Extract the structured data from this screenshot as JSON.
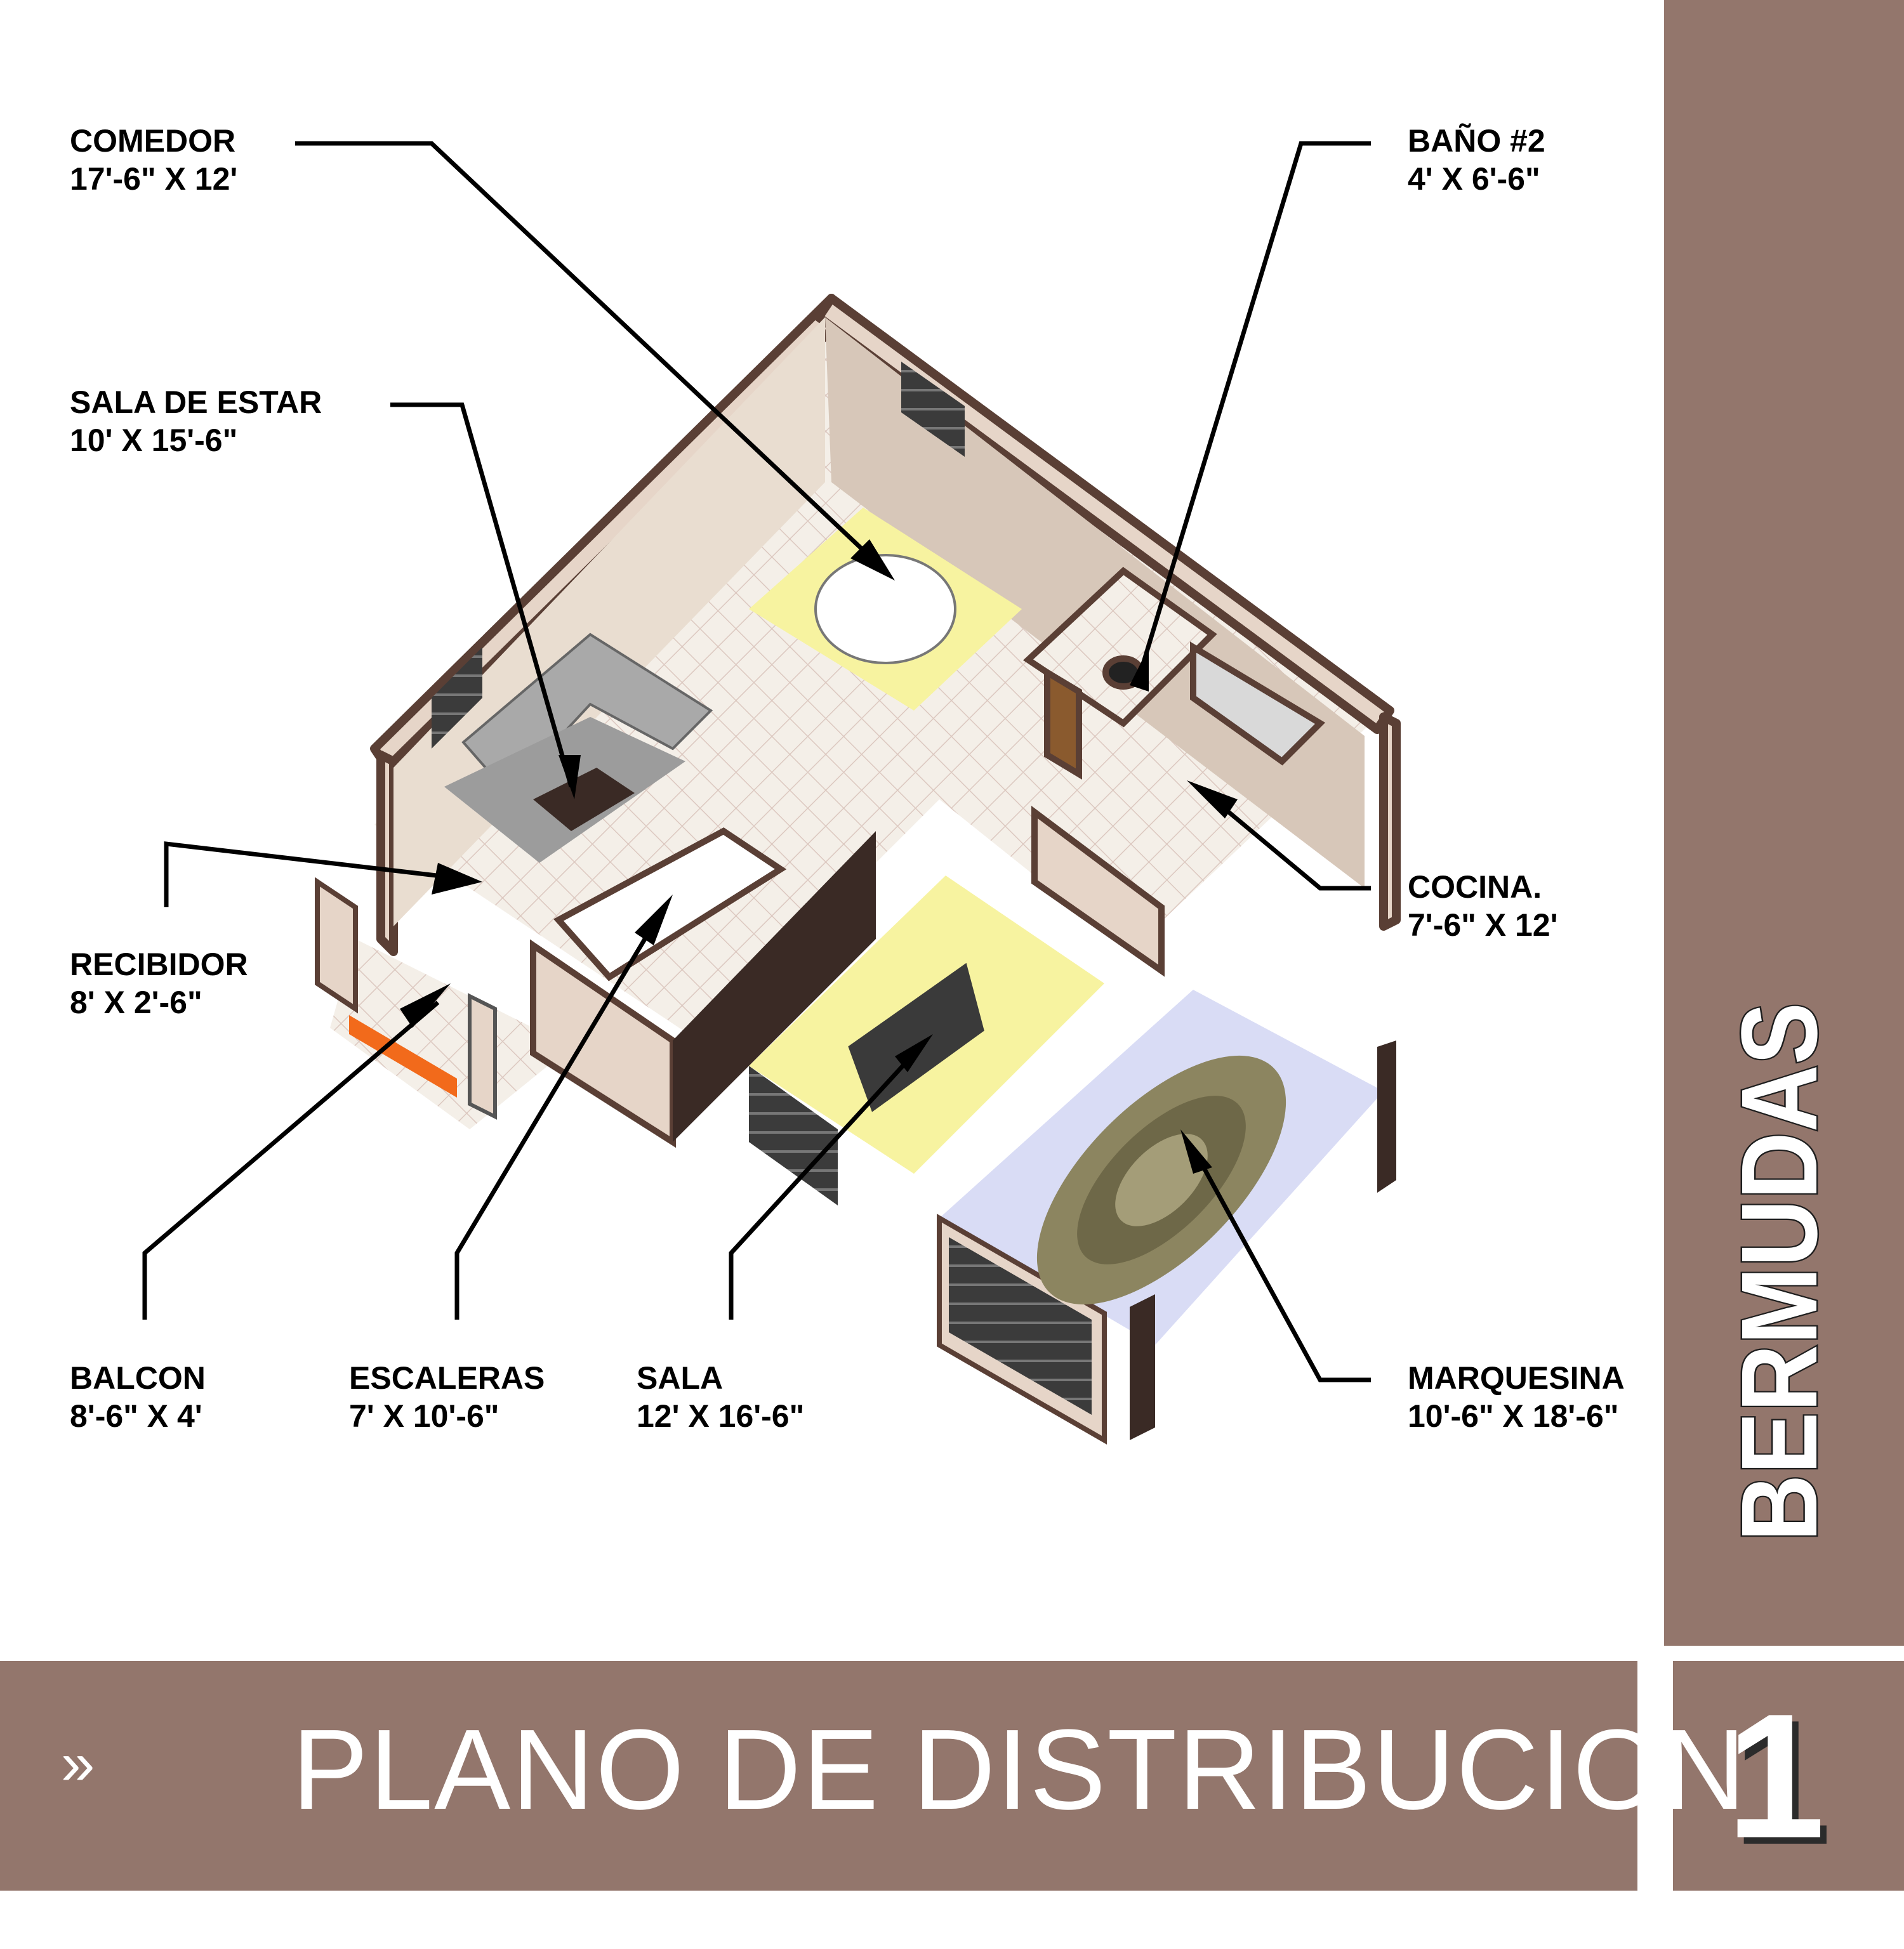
{
  "rooms": {
    "comedor": {
      "name": "COMEDOR",
      "dims": "17'-6\" X 12'"
    },
    "sala_estar": {
      "name": "SALA DE ESTAR",
      "dims": "10' X 15'-6\""
    },
    "recibidor": {
      "name": "RECIBIDOR",
      "dims": "8' X 2'-6\""
    },
    "balcon": {
      "name": "BALCON",
      "dims": "8'-6\" X 4'"
    },
    "escaleras": {
      "name": "ESCALERAS",
      "dims": "7' X 10'-6\""
    },
    "sala": {
      "name": "SALA",
      "dims": "12' X 16'-6\""
    },
    "bano2": {
      "name": "BAÑO #2",
      "dims": "4' X 6'-6\""
    },
    "cocina": {
      "name": "COCINA.",
      "dims": "7'-6\" X 12'"
    },
    "marquesina": {
      "name": "MARQUESINA",
      "dims": "10'-6\" X 18'-6\""
    }
  },
  "sidebar": {
    "model_name": "BERMUDAS"
  },
  "footer": {
    "arrow": "»",
    "title": "PLANO DE DISTRIBUCION",
    "page_number": "1"
  },
  "colors": {
    "brand": "#93766c",
    "wall": "#5a3f35",
    "floor_tile": "#f3eee6",
    "rug": "#f7f3a0",
    "garage_floor": "#d9dcf5",
    "balcony_edge": "#f26a1b"
  }
}
